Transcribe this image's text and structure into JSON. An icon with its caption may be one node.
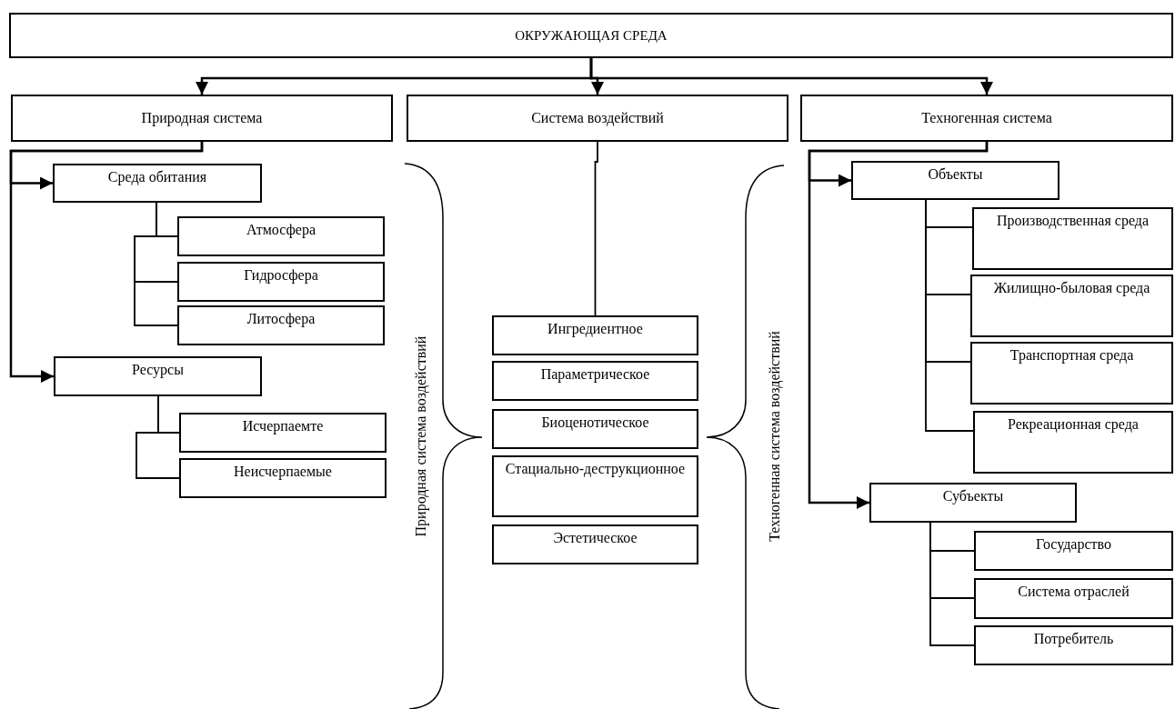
{
  "diagram": {
    "nodes": [
      {
        "text": [
          "ОКРУЖАЮЩАЯ СРЕДА"
        ]
      },
      {
        "text": [
          "Природная система"
        ]
      },
      {
        "text": [
          "Система воздействий"
        ]
      },
      {
        "text": [
          "Техногенная система"
        ]
      },
      {
        "text": [
          "Среда обитания"
        ]
      },
      {
        "text": [
          "Атмосфера"
        ]
      },
      {
        "text": [
          "Гидросфера"
        ]
      },
      {
        "text": [
          "Литосфера"
        ]
      },
      {
        "text": [
          "Ресурсы"
        ]
      },
      {
        "text": [
          "Исчерпаемте"
        ]
      },
      {
        "text": [
          "Неисчерпаемые"
        ]
      },
      {
        "text": [
          "Ингредиентное"
        ]
      },
      {
        "text": [
          "Параметрическое"
        ]
      },
      {
        "text": [
          "Биоценотическое"
        ]
      },
      {
        "text": [
          "Стациально-деструкционное"
        ]
      },
      {
        "text": [
          "Эстетическое"
        ]
      },
      {
        "text": [
          "Объекты"
        ]
      },
      {
        "text": [
          "Производственная среда"
        ]
      },
      {
        "text": [
          "Жилищно-быловая среда"
        ]
      },
      {
        "text": [
          "Транспортная среда"
        ]
      },
      {
        "text": [
          "Рекреационная среда"
        ]
      },
      {
        "text": [
          "Субъекты"
        ]
      },
      {
        "text": [
          "Государство"
        ]
      },
      {
        "text": [
          "Система отраслей"
        ]
      },
      {
        "text": [
          "Потребитель"
        ]
      }
    ],
    "edges": [
      {
        "from": 0,
        "to": 1,
        "arrow": "to"
      },
      {
        "from": 0,
        "to": 2,
        "arrow": "to"
      },
      {
        "from": 0,
        "to": 3,
        "arrow": "to"
      },
      {
        "from": 1,
        "to": 4,
        "arrow": "to"
      },
      {
        "from": 1,
        "to": 8,
        "arrow": "to"
      },
      {
        "from": 4,
        "to": 5,
        "arrow": "none"
      },
      {
        "from": 4,
        "to": 6,
        "arrow": "none"
      },
      {
        "from": 4,
        "to": 7,
        "arrow": "none"
      },
      {
        "from": 8,
        "to": 9,
        "arrow": "none"
      },
      {
        "from": 8,
        "to": 10,
        "arrow": "none"
      },
      {
        "from": 2,
        "to": 11,
        "arrow": "none"
      },
      {
        "from": 3,
        "to": 16,
        "arrow": "to"
      },
      {
        "from": 3,
        "to": 21,
        "arrow": "to"
      },
      {
        "from": 16,
        "to": 17,
        "arrow": "none"
      },
      {
        "from": 16,
        "to": 18,
        "arrow": "none"
      },
      {
        "from": 16,
        "to": 19,
        "arrow": "none"
      },
      {
        "from": 16,
        "to": 20,
        "arrow": "none"
      },
      {
        "from": 21,
        "to": 22,
        "arrow": "none"
      },
      {
        "from": 21,
        "to": 23,
        "arrow": "none"
      },
      {
        "from": 21,
        "to": 24,
        "arrow": "none"
      }
    ],
    "labels": [
      "Природная система воздействий",
      "Техногенная система воздействий"
    ]
  }
}
